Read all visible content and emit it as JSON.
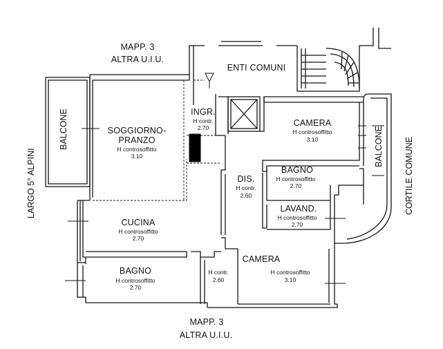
{
  "neighbors": {
    "top": {
      "line1": "MAPP. 3",
      "line2": "ALTRA U.I.U."
    },
    "bottom": {
      "line1": "MAPP. 3",
      "line2": "ALTRA U.I.U."
    },
    "left": "LARGO 5° ALPINI",
    "right": "CORTILE COMUNE",
    "common": "ENTI COMUNI"
  },
  "rooms": {
    "ingresso": {
      "name": "INGR.",
      "h1": "H contr.",
      "h2": "2.70"
    },
    "soggiorno": {
      "name1": "SOGGIORNO-",
      "name2": "PRANZO",
      "h1": "H controsoffitto",
      "h2": "3.10"
    },
    "balcone_left": {
      "name": "BALCONE"
    },
    "balcone_right": {
      "name": "BALCONE"
    },
    "camera_top": {
      "name": "CAMERA",
      "h1": "H controsoffitto",
      "h2": "3.10"
    },
    "bagno_right": {
      "name": "BAGNO",
      "h1": "H controsoffitto",
      "h2": "2.70"
    },
    "dis": {
      "name": "DIS.",
      "h1": "H contr.",
      "h2": "2.60"
    },
    "lavand": {
      "name": "LAVAND.",
      "h1": "H controsoffitto",
      "h2": "2.70"
    },
    "cucina": {
      "name": "CUCINA",
      "h1": "H controsoffitto",
      "h2": "2.70"
    },
    "bagno_bottom": {
      "name": "BAGNO",
      "h1": "H controsoffitto",
      "h2": "2.70"
    },
    "corridor_low": {
      "h1": "H contr.",
      "h2": "2.60"
    },
    "camera_bottom": {
      "name": "CAMERA",
      "h1": "H controsoffitto",
      "h2": "3.10"
    }
  }
}
